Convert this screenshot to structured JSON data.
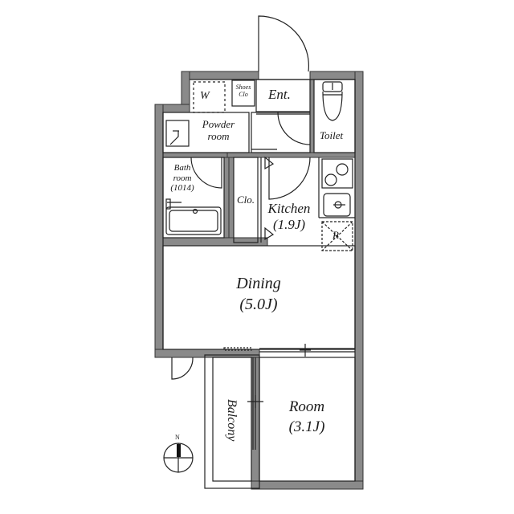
{
  "floorplan": {
    "colors": {
      "wall": "#8a8a8a",
      "line": "#222222",
      "background": "#ffffff"
    },
    "rooms": [
      {
        "id": "washer",
        "label": "W"
      },
      {
        "id": "shoes",
        "label": "Shoes",
        "label2": "Clo"
      },
      {
        "id": "entrance",
        "label": "Ent."
      },
      {
        "id": "toilet",
        "label": "Toilet"
      },
      {
        "id": "powder",
        "label": "Powder",
        "label2": "room"
      },
      {
        "id": "bath",
        "label": "Bath",
        "label2": "room",
        "label3": "(1014)"
      },
      {
        "id": "closet",
        "label": "Clo."
      },
      {
        "id": "kitchen",
        "label": "Kitchen",
        "area": "(1.9J)"
      },
      {
        "id": "fridge",
        "label": "R"
      },
      {
        "id": "dining",
        "label": "Dining",
        "area": "(5.0J)"
      },
      {
        "id": "room",
        "label": "Room",
        "area": "(3.1J)"
      },
      {
        "id": "balcony",
        "label": "Balcony"
      }
    ],
    "compass": {
      "label": "N"
    }
  }
}
